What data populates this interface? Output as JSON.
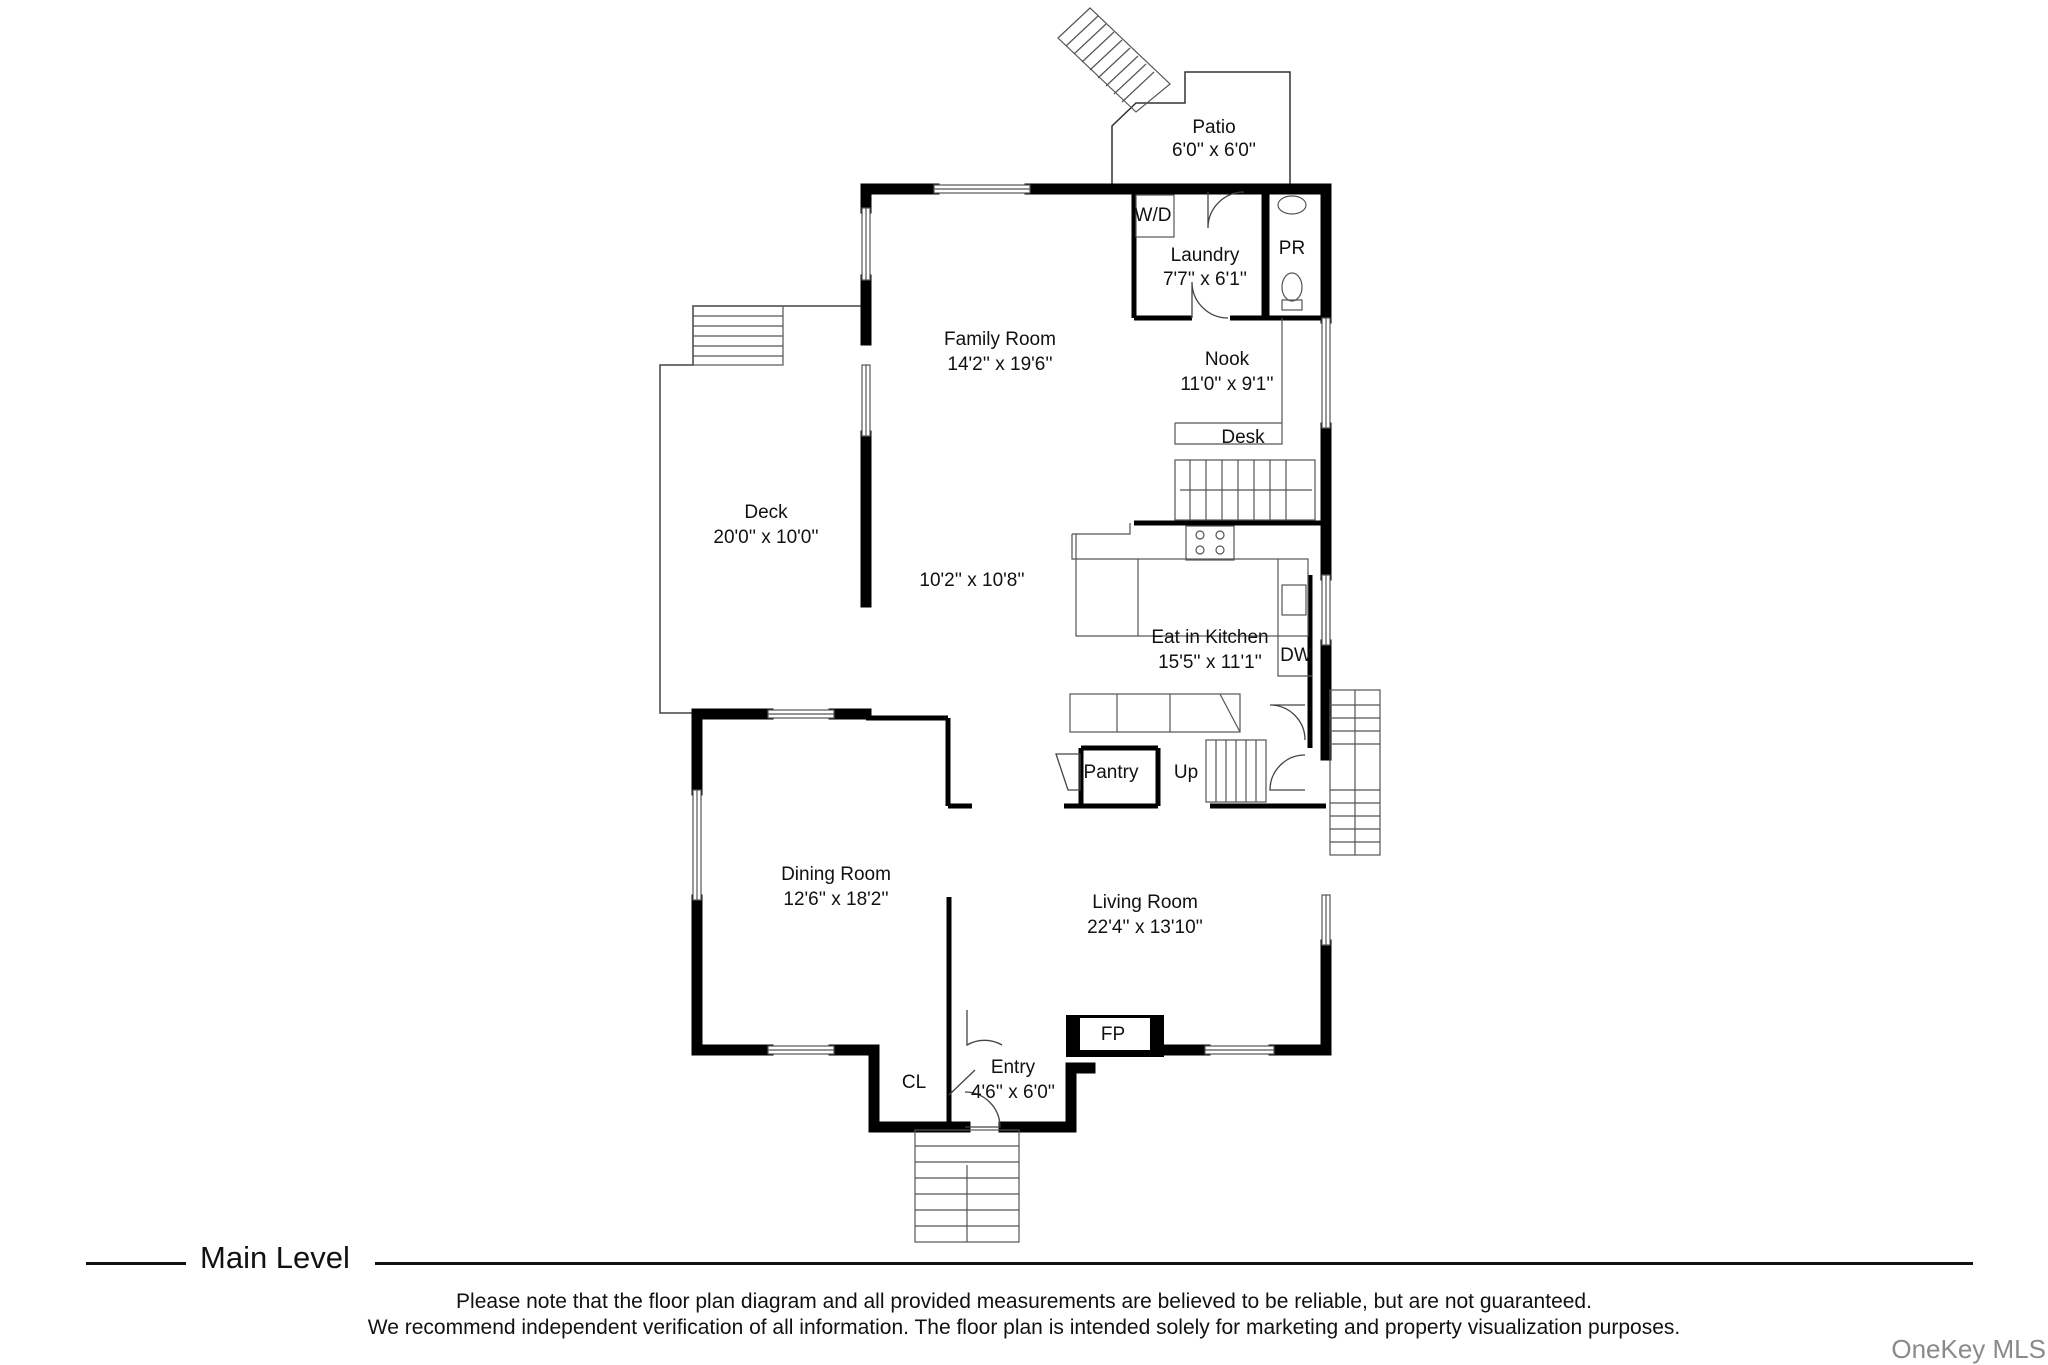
{
  "level_title": "Main Level",
  "disclaimer": {
    "line1": "Please note that the floor plan diagram and all provided measurements are believed to be reliable, but are not guaranteed.",
    "line2": "We recommend independent verification of all information. The floor plan is intended solely for marketing and property visualization purposes."
  },
  "watermark": "OneKey MLS",
  "rooms": {
    "patio": {
      "name": "Patio",
      "size": "6'0'' x 6'0''"
    },
    "laundry": {
      "name": "Laundry",
      "size": "7'7'' x 6'1''"
    },
    "wd": "W/D",
    "pr": "PR",
    "family_room": {
      "name": "Family Room",
      "size": "14'2'' x 19'6''"
    },
    "nook": {
      "name": "Nook",
      "size": "11'0'' x 9'1''"
    },
    "desk": "Desk",
    "deck": {
      "name": "Deck",
      "size": "20'0'' x 10'0''"
    },
    "open_area": {
      "size": "10'2'' x 10'8''"
    },
    "kitchen": {
      "name": "Eat in Kitchen",
      "size": "15'5'' x 11'1''"
    },
    "dw": "DW",
    "pantry": "Pantry",
    "up": "Up",
    "dining_room": {
      "name": "Dining Room",
      "size": "12'6'' x 18'2''"
    },
    "living_room": {
      "name": "Living Room",
      "size": "22'4'' x 13'10''"
    },
    "fp": "FP",
    "cl": "CL",
    "entry": {
      "name": "Entry",
      "size": "4'6'' x 6'0''"
    }
  }
}
